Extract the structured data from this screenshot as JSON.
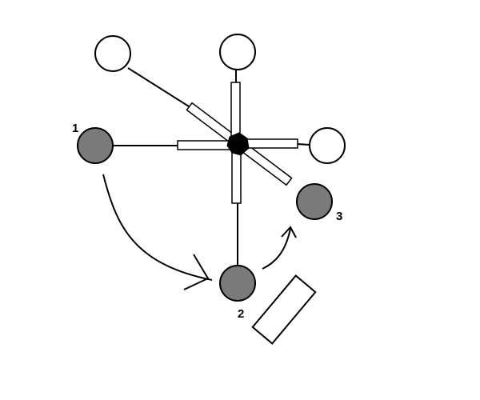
{
  "diagram": {
    "labels": {
      "one": "1",
      "two": "2",
      "three": "3"
    }
  },
  "colors": {
    "line": "#000000",
    "ball_fill": "#7a7a7a",
    "open_ball_fill": "#ffffff",
    "background": "#ffffff"
  }
}
